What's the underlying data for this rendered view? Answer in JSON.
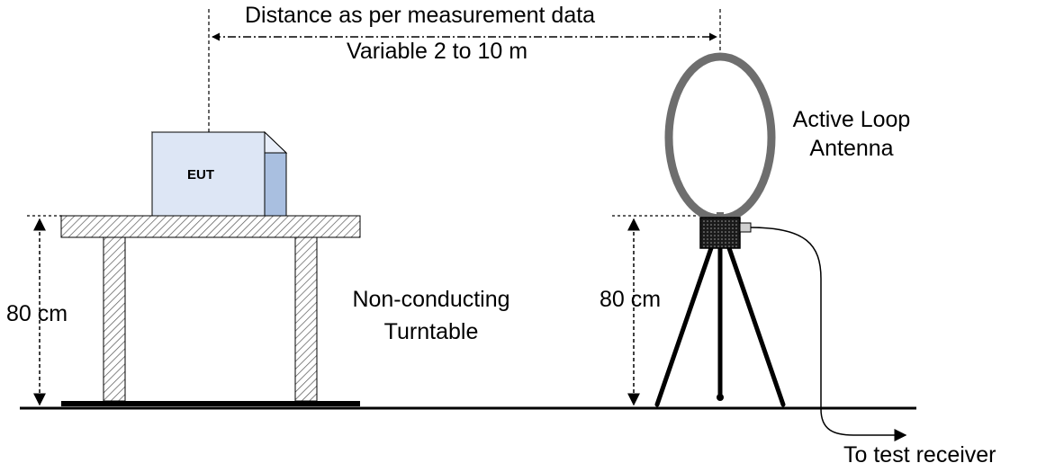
{
  "labels": {
    "distance": "Distance as per measurement data",
    "variable": "Variable 2 to 10 m",
    "eut": "EUT",
    "antenna_line1": "Active Loop",
    "antenna_line2": "Antenna",
    "table_line1": "Non-conducting",
    "table_line2": "Turntable",
    "height_left": "80 cm",
    "height_right": "80 cm",
    "receiver": "To test receiver"
  },
  "colors": {
    "eut_front": "#dde6f5",
    "eut_side": "#a9bfe0",
    "loop": "#6e6e6e",
    "hatch": "#555555",
    "ground": "#000000"
  }
}
